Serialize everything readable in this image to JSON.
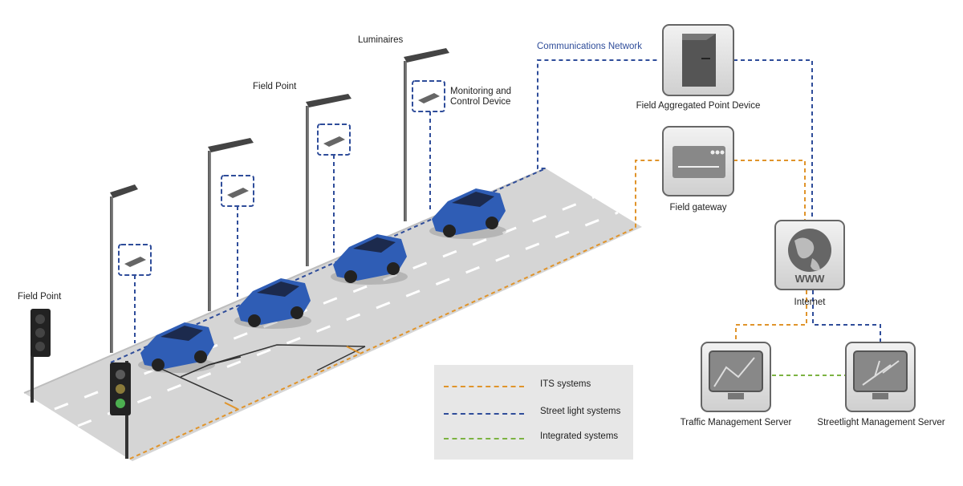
{
  "colors": {
    "its": "#e0942b",
    "street_light": "#2f4d9a",
    "integrated": "#7cb342",
    "road": "#d9d9d9",
    "car": "#2f5db5",
    "device_box": "#2f4d9a"
  },
  "labels": {
    "luminaires": "Luminaires",
    "communications_network": "Communications Network",
    "monitoring_device": "Monitoring and\nControl Device",
    "field_point_top": "Field Point",
    "field_point_left": "Field Point",
    "field_aggregated_point_device": "Field Aggregated Point Device",
    "field_gateway": "Field gateway",
    "internet": "Internet",
    "traffic_management_server": "Traffic Management Server",
    "streetlight_management_server": "Streetlight Management Server",
    "www": "WWW"
  },
  "legend": [
    {
      "label": "ITS systems",
      "color": "#e0942b"
    },
    {
      "label": "Street light systems",
      "color": "#2f4d9a"
    },
    {
      "label": "Integrated systems",
      "color": "#7cb342"
    }
  ]
}
